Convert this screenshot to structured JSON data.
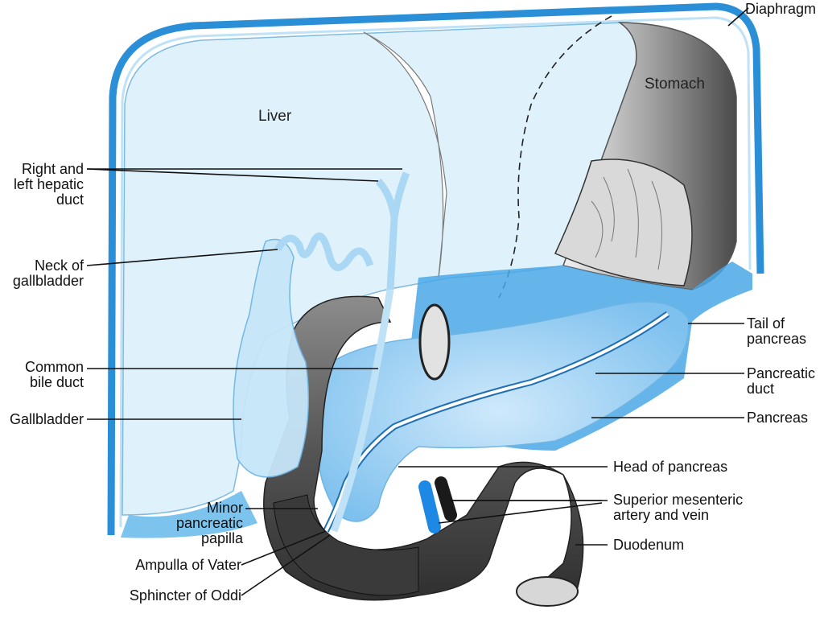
{
  "colors": {
    "diaphragm_border": "#2a8fd6",
    "liver_fill": "#dff1fb",
    "pancreas_fill": "#9fd2f3",
    "duct_blue": "#5fb6ea",
    "stomach_gray": "#8a8a8a",
    "duodenum_dark": "#4a4a4a",
    "artery_blue": "#1e88e5",
    "vein_dark": "#1a1a1a"
  },
  "organs": {
    "liver": "Liver",
    "stomach": "Stomach"
  },
  "labels": {
    "diaphragm": "Diaphragm",
    "hepatic_duct": "Right and\nleft hepatic\nduct",
    "neck_gallbladder": "Neck of\ngallbladder",
    "common_bile_duct": "Common\nbile duct",
    "gallbladder": "Gallbladder",
    "minor_papilla": "Minor\npancreatic\npapilla",
    "ampulla": "Ampulla of Vater",
    "sphincter": "Sphincter of Oddi",
    "tail_pancreas": "Tail of\npancreas",
    "pancreatic_duct": "Pancreatic\nduct",
    "pancreas": "Pancreas",
    "head_pancreas": "Head of pancreas",
    "mesenteric": "Superior mesenteric\nartery and vein",
    "duodenum": "Duodenum"
  }
}
